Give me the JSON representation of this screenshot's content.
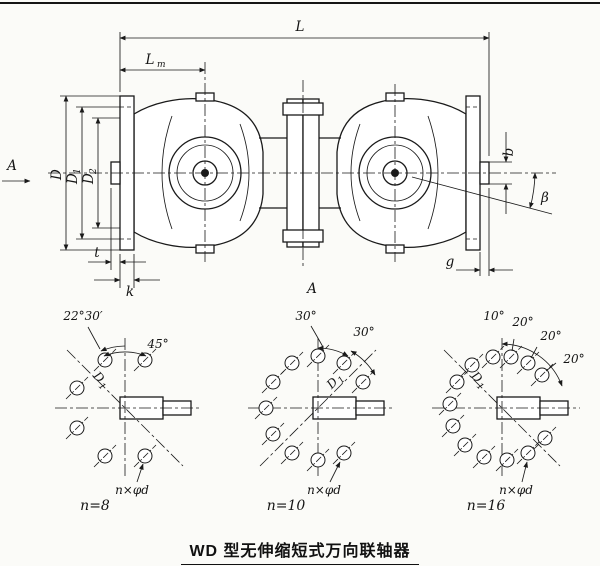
{
  "caption": "WD 型无伸缩短式万向联轴器",
  "main_view": {
    "dim_L": "L",
    "dim_Lm": {
      "base": "L",
      "sub": "m"
    },
    "dim_D": "D",
    "dim_D1": {
      "base": "D",
      "sub": "1"
    },
    "dim_D2": {
      "base": "D",
      "sub": "2"
    },
    "dim_b": "b",
    "dim_t": "t",
    "dim_k": "k",
    "dim_g": "g",
    "dim_beta": "β",
    "section_arrow_label": "A",
    "section_view_label": "A"
  },
  "bolt_views": [
    {
      "count_label": "n=8",
      "angle_labels": [
        "22°30′",
        "45°"
      ],
      "bolt_circle": {
        "base": "D",
        "sub": "1"
      },
      "holes_label": "n×φd"
    },
    {
      "count_label": "n=10",
      "angle_labels": [
        "30°",
        "30°"
      ],
      "bolt_circle": {
        "base": "D",
        "sub": "1"
      },
      "holes_label": "n×φd"
    },
    {
      "count_label": "n=16",
      "angle_labels": [
        "10°",
        "20°",
        "20°",
        "20°"
      ],
      "bolt_circle": {
        "base": "D",
        "sub": "1"
      },
      "holes_label": "n×φd"
    }
  ]
}
